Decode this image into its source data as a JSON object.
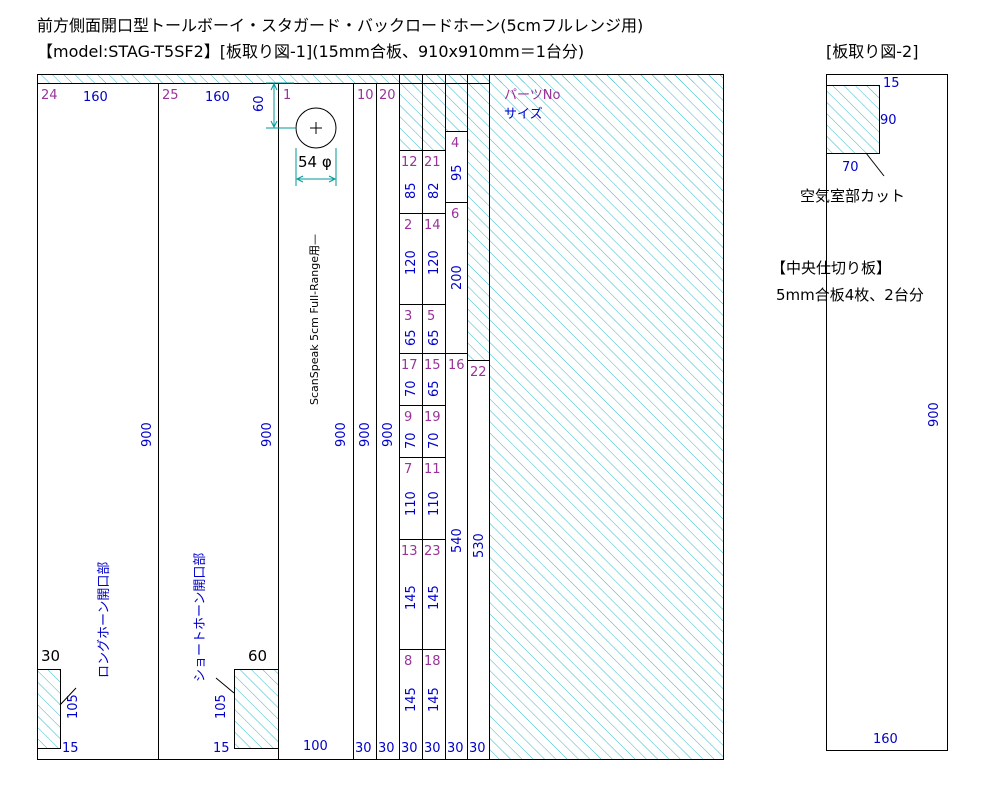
{
  "title_line1": "前方側面開口型トールボーイ・スタガード・バックロードホーン(5cmフルレンジ用)",
  "title_line2": "【model:STAG-T5SF2】[板取り図-1](15mm合板、910x910mm＝1台分)",
  "title_fig2": "[板取り図-2]",
  "legend": {
    "parts_no": "パーツNo",
    "size": "サイズ"
  },
  "notes": {
    "air_chamber_cut": "空気室部カット",
    "center_partition": "【中央仕切り板】",
    "center_partition_spec": "5mm合板4枚、2台分",
    "long_horn_opening": "ロングホーン開口部",
    "short_horn_opening": "ショートホーン開口部",
    "speaker_note": "ScanSpeak 5cm Full-Range用—",
    "hole_dia": "54 φ"
  },
  "parts": [
    {
      "no": "24",
      "width": "160",
      "height": "900"
    },
    {
      "no": "25",
      "width": "160",
      "height": "900"
    },
    {
      "no": "1",
      "width": "100",
      "height": "900"
    },
    {
      "no": "10",
      "width": "30",
      "height": "900"
    },
    {
      "no": "20",
      "width": "30",
      "height": "900"
    },
    {
      "no": "12",
      "height": "85"
    },
    {
      "no": "21",
      "height": "82"
    },
    {
      "no": "2",
      "height": "120"
    },
    {
      "no": "14",
      "height": "120"
    },
    {
      "no": "3",
      "height": "65"
    },
    {
      "no": "5",
      "height": "65"
    },
    {
      "no": "17",
      "height": "70"
    },
    {
      "no": "15",
      "height": "65"
    },
    {
      "no": "9",
      "height": "70"
    },
    {
      "no": "19",
      "height": "70"
    },
    {
      "no": "7",
      "height": "110"
    },
    {
      "no": "11",
      "height": "110"
    },
    {
      "no": "13",
      "height": "145"
    },
    {
      "no": "23",
      "height": "145"
    },
    {
      "no": "8",
      "height": "145"
    },
    {
      "no": "18",
      "height": "145"
    },
    {
      "no": "4",
      "height": "95"
    },
    {
      "no": "6",
      "height": "200"
    },
    {
      "no": "16",
      "height": "540"
    },
    {
      "no": "22",
      "height": "530"
    }
  ],
  "dims": {
    "d60": "60",
    "d30": "30",
    "d15": "15",
    "d105": "105",
    "d30b": "30",
    "d30c": "30",
    "d30d": "30",
    "d30e": "30",
    "d30f": "30",
    "d30g": "30",
    "d15b": "15",
    "d105b": "105",
    "d60b": "60",
    "fig2_w": "160",
    "fig2_h": "900",
    "fig2_15": "15",
    "fig2_90": "90",
    "fig2_70": "70"
  },
  "colors": {
    "hatch": "#33bbcc",
    "dim_text": "#0000cc",
    "part_no": "#993399",
    "dim_line": "#009999"
  }
}
